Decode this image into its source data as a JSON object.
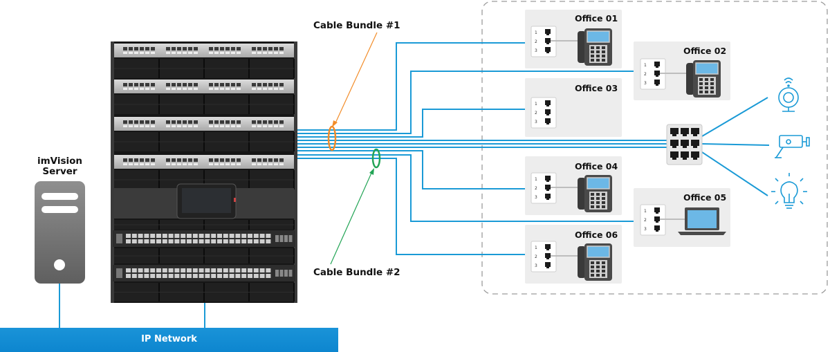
{
  "server": {
    "label_line1": "imVision",
    "label_line2": "Server"
  },
  "network": {
    "label": "IP Network"
  },
  "cable_bundles": [
    {
      "label": "Cable Bundle #1",
      "color": "#f28c28"
    },
    {
      "label": "Cable Bundle #2",
      "color": "#22a455"
    }
  ],
  "offices": [
    {
      "name": "Office 01",
      "device": "phone"
    },
    {
      "name": "Office 02",
      "device": "phone"
    },
    {
      "name": "Office 03",
      "device": "none"
    },
    {
      "name": "Office 04",
      "device": "phone"
    },
    {
      "name": "Office 05",
      "device": "laptop"
    },
    {
      "name": "Office 06",
      "device": "phone"
    }
  ],
  "port_numbers": [
    "1",
    "2",
    "3"
  ],
  "endpoints": [
    {
      "icon": "wireless-access-point-icon"
    },
    {
      "icon": "security-camera-icon"
    },
    {
      "icon": "smart-light-bulb-icon"
    }
  ],
  "colors": {
    "cable": "#1a9ad6",
    "network_bar": "#1590d6",
    "rack": "#1b1b1b",
    "dashed_border": "#9a9a9a"
  }
}
